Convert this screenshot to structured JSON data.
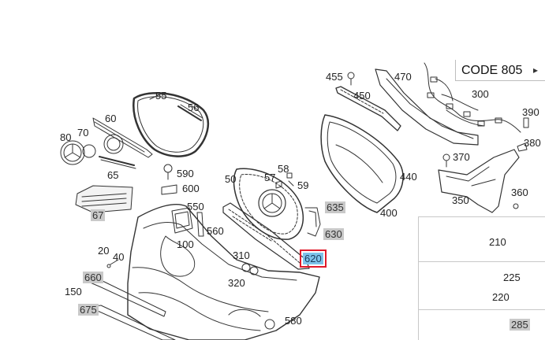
{
  "code_label": "CODE 805",
  "code_arrow_icon": "chevron-right-icon",
  "callouts": {
    "c55": "55",
    "c56": "56",
    "c60": "60",
    "c70": "70",
    "c80": "80",
    "c65": "65",
    "c67": "67",
    "c590": "590",
    "c600": "600",
    "c550": "550",
    "c560": "560",
    "c100": "100",
    "c50": "50",
    "c57": "57",
    "c58": "58",
    "c59": "59",
    "c635": "635",
    "c630": "630",
    "c620": "620",
    "c310": "310",
    "c320": "320",
    "c20": "20",
    "c40": "40",
    "c660": "660",
    "c150": "150",
    "c675": "675",
    "c580": "580",
    "c455": "455",
    "c470": "470",
    "c450": "450",
    "c300": "300",
    "c390": "390",
    "c380": "380",
    "c370": "370",
    "c440": "440",
    "c400": "400",
    "c350": "350",
    "c360": "360",
    "c210": "210",
    "c225": "225",
    "c220": "220",
    "c285": "285"
  },
  "highlight_color": "#c9c9c9",
  "selected_fill": "#7ec3ea",
  "selected_border": "#e01a2a"
}
